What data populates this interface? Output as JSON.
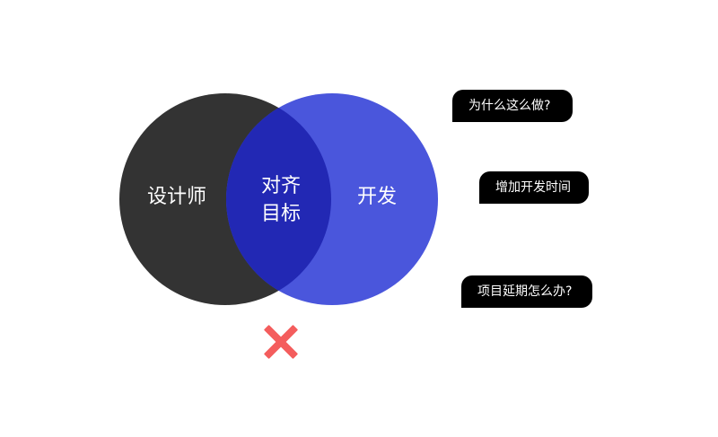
{
  "venn": {
    "left_label": "设计师",
    "right_label": "开发",
    "overlap_line1": "对齐",
    "overlap_line2": "目标"
  },
  "questions": [
    "为什么这么做?",
    "增加开发时间",
    "项目延期怎么办?"
  ],
  "colors": {
    "designer_circle": "#333333",
    "dev_circle": "#4a56dc",
    "overlap": "#2228b4",
    "cross": "#f45d5d",
    "bubble_bg": "#000000"
  },
  "icons": {
    "cross": "cross-icon"
  }
}
